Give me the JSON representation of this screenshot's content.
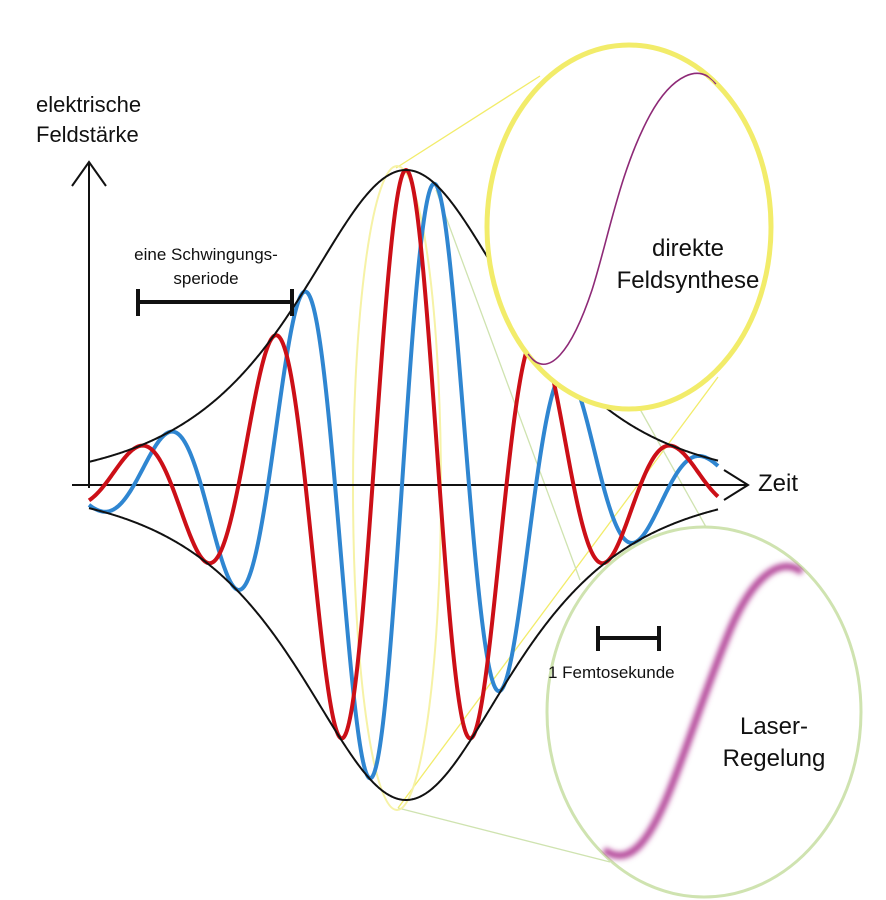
{
  "labels": {
    "y_axis_line1": "elektrische",
    "y_axis_line2": "Feldstärke",
    "x_axis": "Zeit",
    "period_line1": "eine Schwingungs-",
    "period_line2": "speriode",
    "direct_line1": "direkte",
    "direct_line2": "Feldsynthese",
    "laser_line1": "Laser-",
    "laser_line2": "Regelung",
    "femtosecond": "1 Femtosekunde"
  },
  "colors": {
    "envelope": "#111111",
    "wave_red": "#cc0f17",
    "wave_blue": "#2f86d1",
    "zoom_yellow": "#f2ec6a",
    "zoom_green": "#cfe3b0",
    "direct_curve": "#8e2a77",
    "laser_curve": "#b4479a"
  },
  "icons": {
    "y_axis_arrow": "arrow-up-icon",
    "x_axis_arrow": "arrow-right-icon"
  }
}
